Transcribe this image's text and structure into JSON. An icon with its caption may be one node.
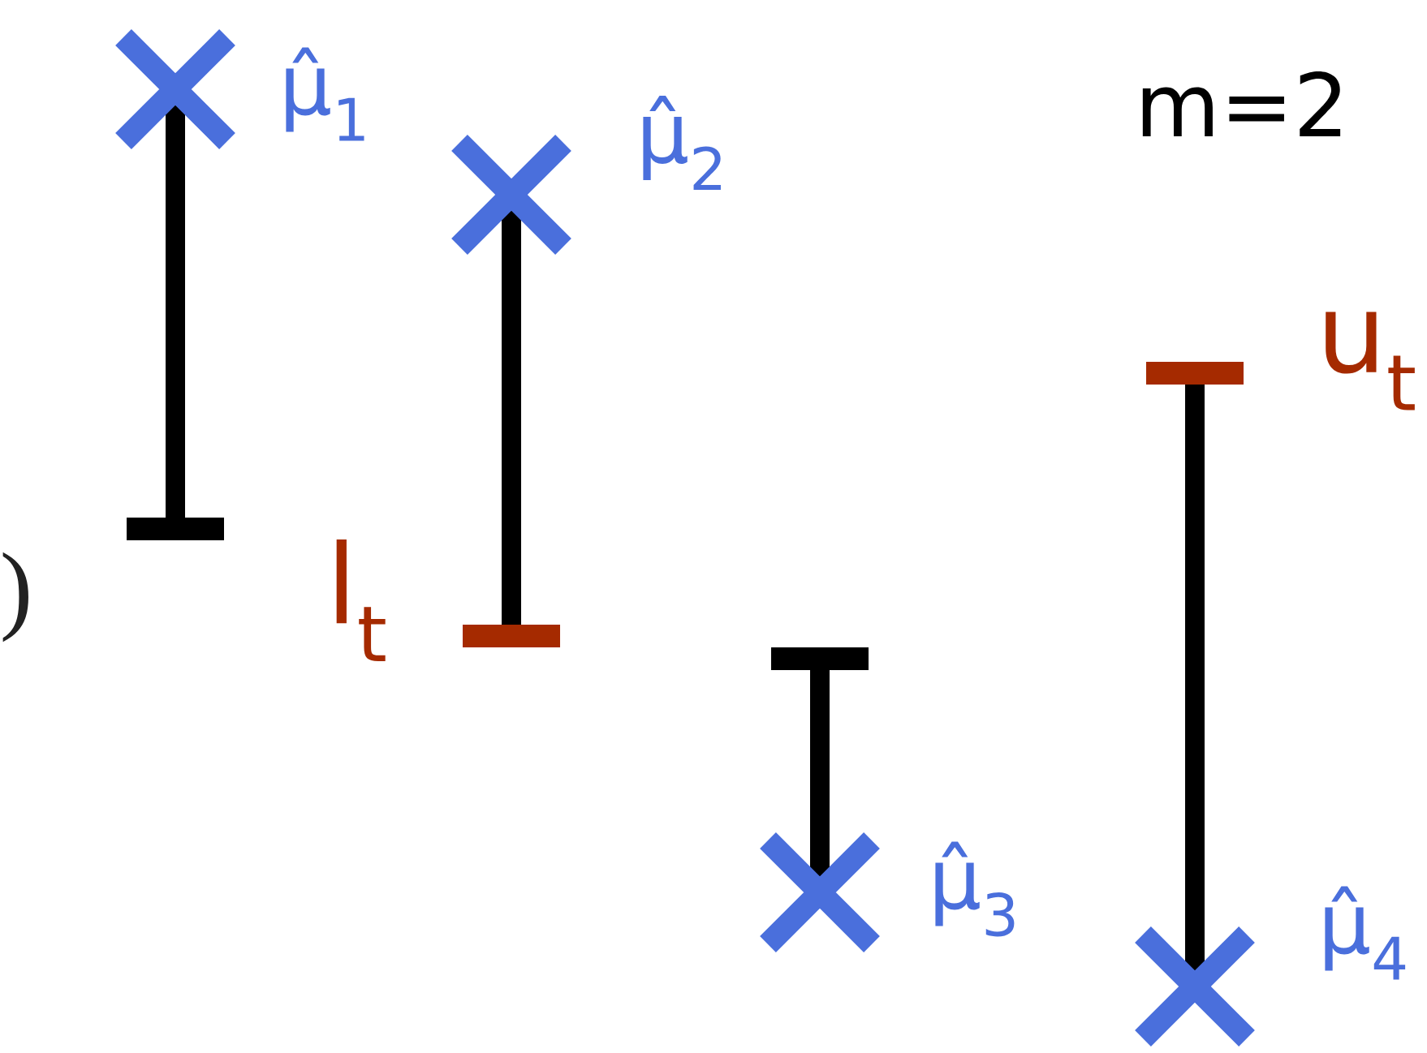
{
  "diagram": {
    "labels": [
      "μ̂$_{1}$",
      "m=2",
      "μ̂$_{2}$",
      "u$_{t}$",
      ")",
      "l$_{t}$",
      "μ̂$_{3}$",
      "μ̂$_{4}$"
    ]
  }
}
